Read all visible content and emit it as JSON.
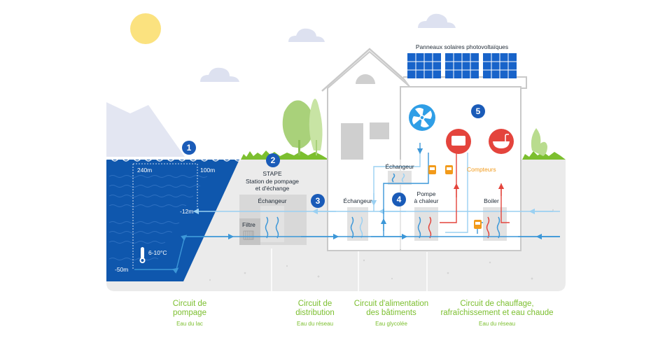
{
  "colors": {
    "lake": "#0f57ad",
    "ground": "#ebebeb",
    "cold_pipe": "#3c97d8",
    "hot_pipe": "#e4443c",
    "accent_green": "#7cbf2f",
    "meter_orange": "#f29a1a",
    "badge_blue": "#1a5bb8"
  },
  "badges": [
    "1",
    "2",
    "3",
    "4",
    "5"
  ],
  "lake": {
    "depth_240": "240m",
    "depth_100": "100m",
    "depth_12": "-12m",
    "depth_50": "-50m",
    "temperature": "6-10°C"
  },
  "station": {
    "title": "STAPE",
    "line1": "Station de pompage",
    "line2": "et d'échange",
    "exchanger": "Échangeur",
    "filter": "Filtre"
  },
  "distribution": {
    "exchanger": "Échangeur"
  },
  "building": {
    "exchanger": "Échangeur",
    "heat_pump_line1": "Pompe",
    "heat_pump_line2": "à chaleur",
    "boiler": "Boiler",
    "meters": "Compteurs",
    "solar_panels": "Panneaux solaires photovoltaïques"
  },
  "icons": [
    "sun-icon",
    "cloud-icon",
    "fan-icon",
    "radiator-icon",
    "bathtub-icon",
    "thermometer-icon",
    "meter-icon"
  ],
  "captions": [
    {
      "title1": "Circuit de",
      "title2": "pompage",
      "sub": "Eau du lac"
    },
    {
      "title1": "Circuit de",
      "title2": "distribution",
      "sub": "Eau du réseau"
    },
    {
      "title1": "Circuit d'alimentation",
      "title2": "des bâtiments",
      "sub": "Eau glycolée"
    },
    {
      "title1": "Circuit de chauffage,",
      "title2": "rafraîchissement et eau chaude",
      "sub": "Eau du réseau"
    }
  ]
}
